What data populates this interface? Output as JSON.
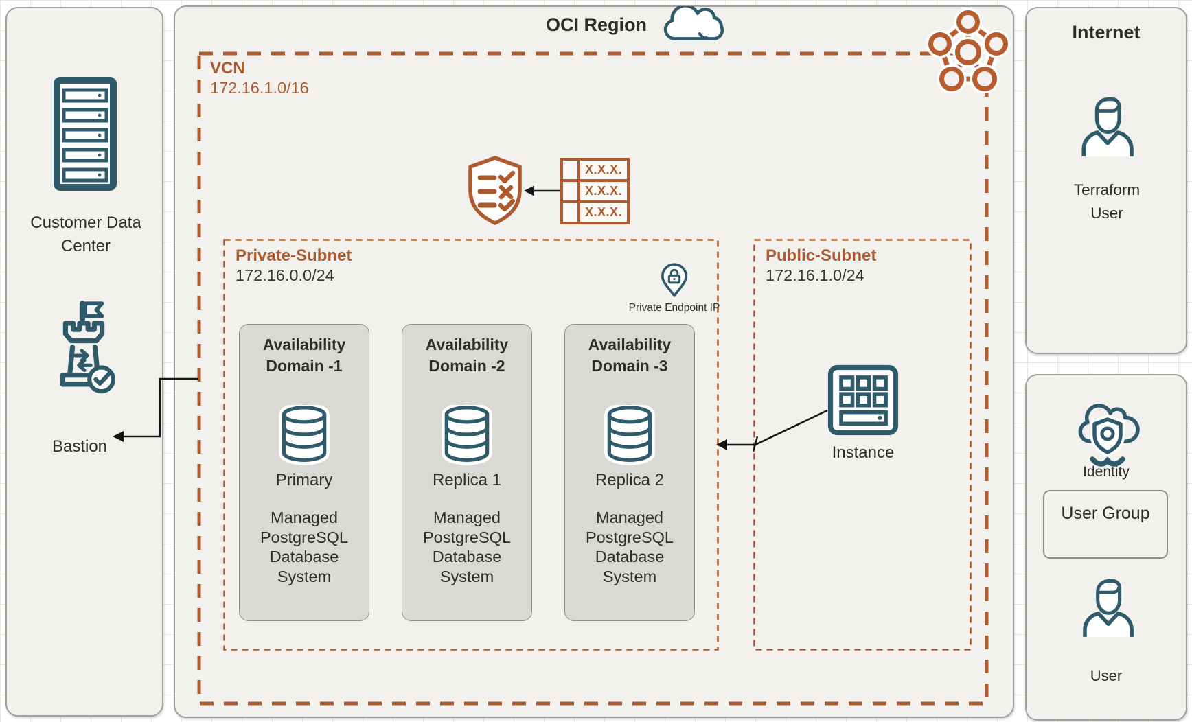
{
  "colors": {
    "accent_orange": "#AD5B2E",
    "icon_teal": "#2F5A69",
    "panel_bg": "#F2F1EE",
    "panel_border": "#A3A19E",
    "ad_card_bg": "#DBD9D5",
    "text_dark": "#2F2D2A",
    "arrow_black": "#151515"
  },
  "customer_panel": {
    "icon": "server-rack-icon",
    "label": "Customer Data Center",
    "bastion": {
      "icon": "bastion-tower-icon",
      "label": "Bastion"
    }
  },
  "oci_region": {
    "title": "OCI Region",
    "title_icon": "cloud-icon",
    "corner_icon": "vcn-network-icon",
    "vcn": {
      "label": "VCN",
      "cidr": "172.16.1.0/16"
    },
    "security": {
      "shield_icon": "security-list-shield-icon",
      "route_table_icon": "route-table-icon",
      "route_rows": [
        "X.X.X.",
        "X.X.X.",
        "X.X.X."
      ]
    },
    "private_subnet": {
      "label": "Private-Subnet",
      "cidr": "172.16.0.0/24",
      "private_endpoint": {
        "icon": "private-endpoint-pin-icon",
        "label": "Private Endpoint IP"
      },
      "availability_domains": [
        {
          "title": "Availability Domain -1",
          "db_icon": "database-icon",
          "db_label": "Primary",
          "system_label": "Managed PostgreSQL Database System"
        },
        {
          "title": "Availability Domain -2",
          "db_icon": "database-icon",
          "db_label": "Replica 1",
          "system_label": "Managed PostgreSQL Database System"
        },
        {
          "title": "Availability Domain -3",
          "db_icon": "database-icon",
          "db_label": "Replica 2",
          "system_label": "Managed PostgreSQL Database System"
        }
      ]
    },
    "public_subnet": {
      "label": "Public-Subnet",
      "cidr": "172.16.1.0/24",
      "instance": {
        "icon": "compute-instance-icon",
        "label": "Instance"
      }
    }
  },
  "internet_panel": {
    "title": "Internet",
    "user": {
      "icon": "person-icon",
      "label": "Terraform User"
    }
  },
  "identity_panel": {
    "identity": {
      "icon": "identity-cloud-shield-icon",
      "label": "Identity"
    },
    "user_group": {
      "label": "User Group"
    },
    "user": {
      "icon": "person-icon",
      "label": "User"
    }
  }
}
